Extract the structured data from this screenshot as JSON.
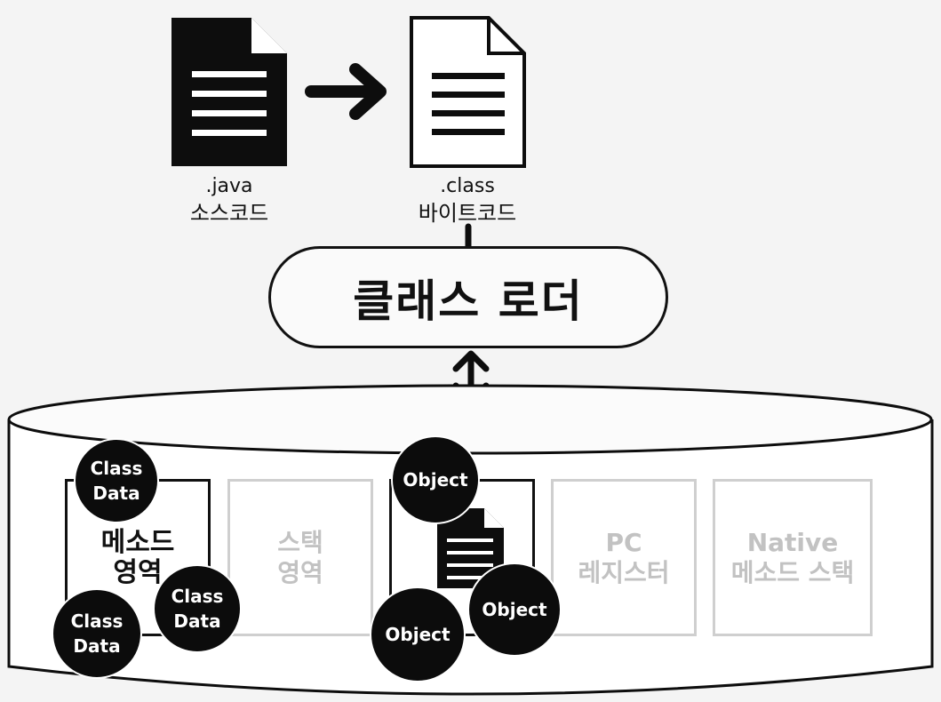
{
  "files": {
    "source": {
      "ext": ".java",
      "label": "소스코드"
    },
    "bytecode": {
      "ext": ".class",
      "label": "바이트코드"
    }
  },
  "class_loader": {
    "label": "클래스 로더"
  },
  "runtime_areas": {
    "method": {
      "line1": "메소드",
      "line2": "영역"
    },
    "stack": {
      "line1": "스택",
      "line2": "영역"
    },
    "pc": {
      "line1": "PC",
      "line2": "레지스터"
    },
    "native": {
      "line1": "Native",
      "line2": "메소드 스택"
    }
  },
  "bubbles": {
    "class_data_1": {
      "line1": "Class",
      "line2": "Data"
    },
    "class_data_2": {
      "line1": "Class",
      "line2": "Data"
    },
    "class_data_3": {
      "line1": "Class",
      "line2": "Data"
    },
    "object_1": {
      "label": "Object"
    },
    "object_2": {
      "label": "Object"
    },
    "object_3": {
      "label": "Object"
    }
  },
  "colors": {
    "ink": "#111111",
    "faded": "#c8c8c8",
    "background": "#f4f4f4"
  }
}
